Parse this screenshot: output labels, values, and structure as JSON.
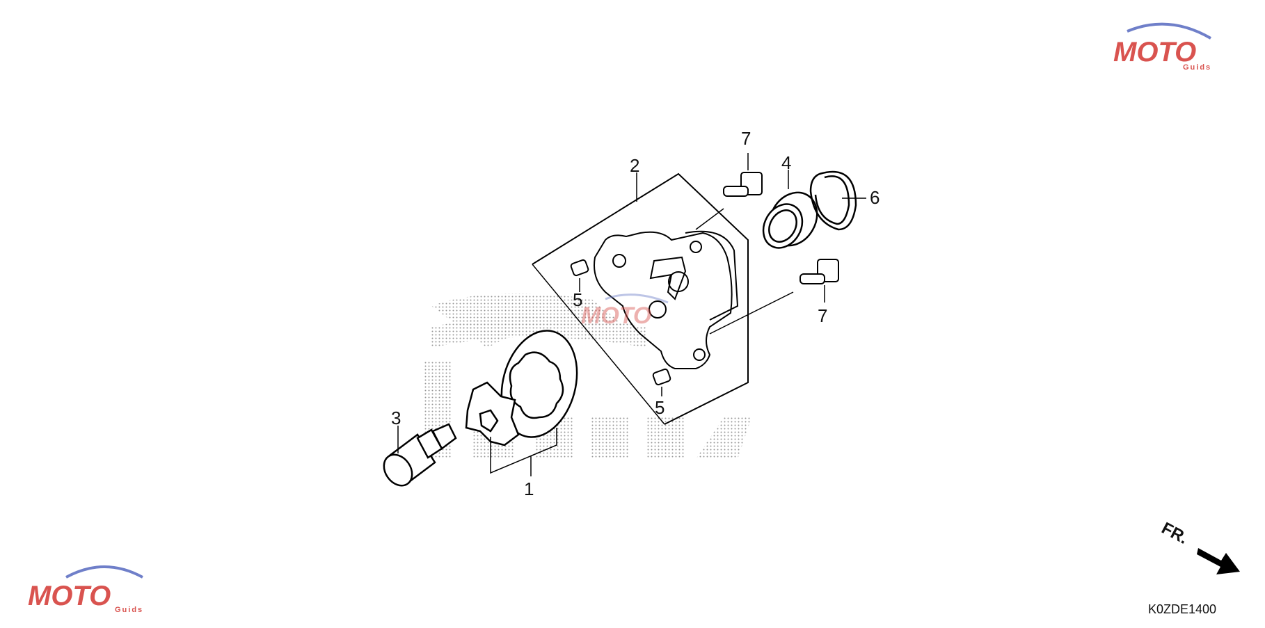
{
  "diagram": {
    "callouts": [
      "1",
      "2",
      "3",
      "4",
      "5",
      "5",
      "6",
      "7",
      "7"
    ],
    "part_code": "K0ZDE1400",
    "direction_label": "FR."
  },
  "watermark": {
    "brand": "MOTO",
    "sub": "Guids",
    "colors": {
      "red": "#d9534f",
      "blue": "#6f7fc9",
      "gray": "#9a9a9a"
    }
  }
}
